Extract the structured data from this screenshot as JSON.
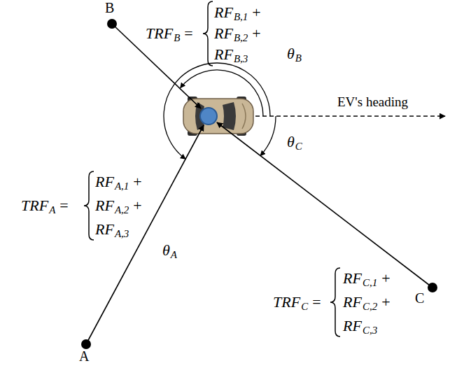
{
  "diagram": {
    "nodes": [
      {
        "text": [
          "B"
        ]
      },
      {
        "text": [
          "A"
        ]
      },
      {
        "text": [
          "C"
        ]
      }
    ],
    "labels": [
      "TRF",
      "B",
      "=",
      "RF",
      "B,1",
      "+",
      "RF",
      "B,2",
      "+",
      "RF",
      "B,3",
      "TRF",
      "A",
      "=",
      "RF",
      "A,1",
      "+",
      "RF",
      "A,2",
      "+",
      "RF",
      "A,3",
      "TRF",
      "C",
      "=",
      "RF",
      "C,1",
      "+",
      "RF",
      "C,2",
      "+",
      "RF",
      "C,3",
      "θ",
      "B",
      "θ",
      "A",
      "θ",
      "C",
      "EV's heading"
    ]
  }
}
